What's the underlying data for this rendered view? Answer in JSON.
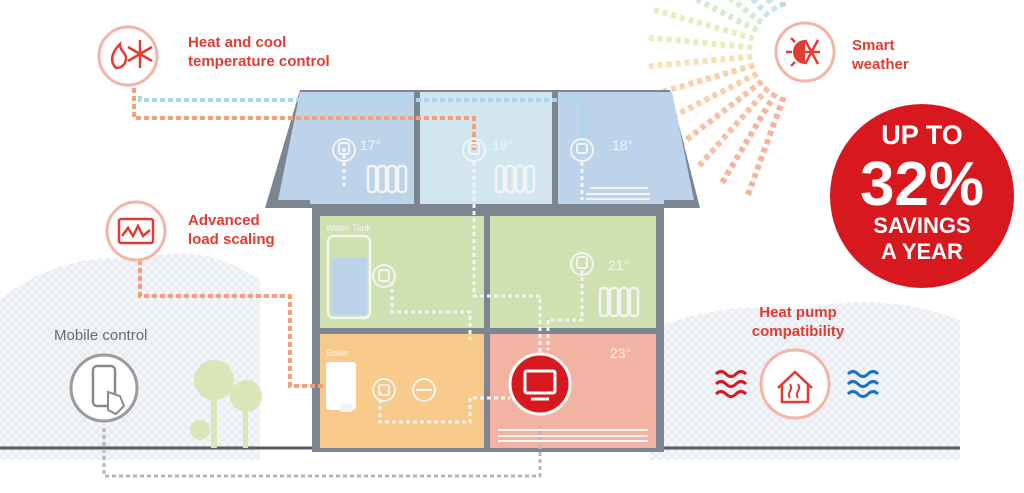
{
  "features": {
    "heat_cool": {
      "line1": "Heat and cool",
      "line2": "temperature control"
    },
    "smart_weather": {
      "line1": "Smart",
      "line2": "weather"
    },
    "load_scaling": {
      "line1": "Advanced",
      "line2": "load scaling"
    },
    "mobile": {
      "label": "Mobile control"
    },
    "heat_pump": {
      "line1": "Heat pump",
      "line2": "compatibility"
    }
  },
  "savings": {
    "line1": "UP TO",
    "line2": "32%",
    "line3": "SAVINGS",
    "line4": "A YEAR"
  },
  "rooms": {
    "attic_left_temp": "17°",
    "attic_mid_temp": "19°",
    "attic_right_temp": "18°",
    "middle_right_temp": "21°",
    "ground_right_temp": "23°",
    "water_tank_label": "Water Tank",
    "boiler_label": "Boiler"
  },
  "colors": {
    "red": "#e03c31",
    "blue_line": "#a9d7f0",
    "orange_line": "#f1a07a",
    "attic_blue": "#bcd3ea",
    "attic_lightblue": "#d2e6f1",
    "mid_green": "#cfe1b0",
    "ground_orange": "#f7c98a",
    "ground_pink": "#f3b3a3",
    "roof_grey": "#7d8590"
  }
}
